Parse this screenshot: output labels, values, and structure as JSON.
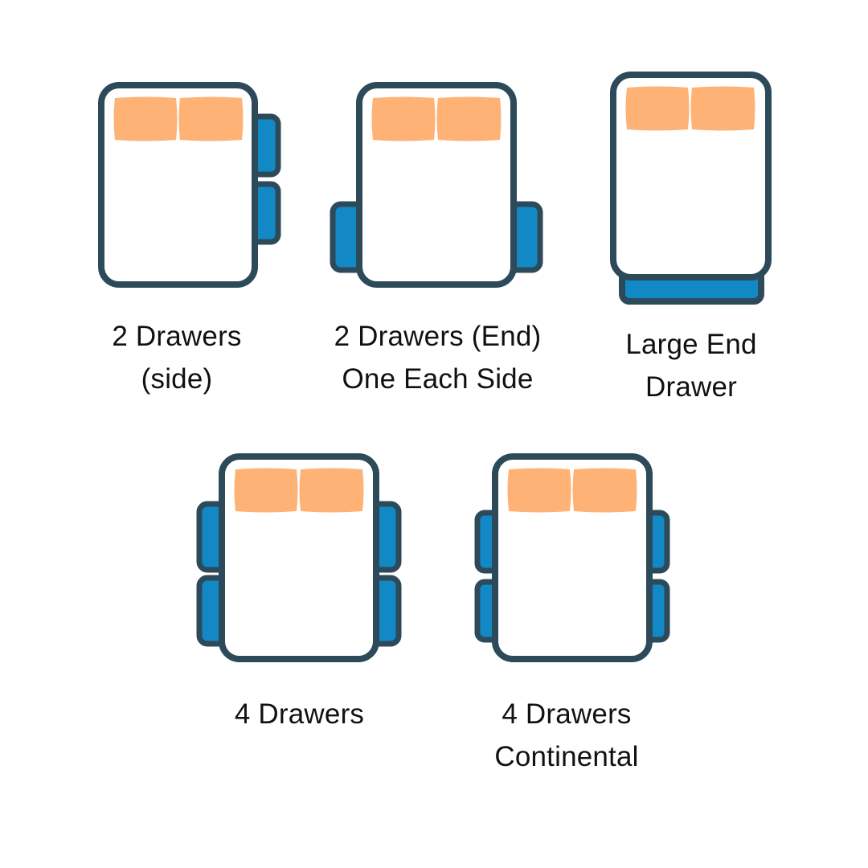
{
  "palette": {
    "background": "#ffffff",
    "outline": "#2d4a5a",
    "drawer_fill": "#1288c4",
    "pillow_fill": "#ffb276",
    "mattress_fill": "#ffffff",
    "caption_color": "#111111"
  },
  "diagram": {
    "title_visible": false,
    "type": "bed-drawer-configuration-chart",
    "items": [
      {
        "id": "two-drawers-side",
        "caption": "2 Drawers\n(side)",
        "caption_lines": [
          "2 Drawers",
          "(side)"
        ],
        "drawer_count": 2,
        "drawer_placement": "right-side",
        "pillow_count": 2
      },
      {
        "id": "two-drawers-end-one-each-side",
        "caption": "2 Drawers (End)\nOne Each Side",
        "caption_lines": [
          "2 Drawers (End)",
          "One Each Side"
        ],
        "drawer_count": 2,
        "drawer_placement": "both-sides-foot-end",
        "pillow_count": 2
      },
      {
        "id": "large-end-drawer",
        "caption": "Large End\nDrawer",
        "caption_lines": [
          "Large End",
          "Drawer"
        ],
        "drawer_count": 1,
        "drawer_placement": "foot-end-full-width",
        "pillow_count": 2
      },
      {
        "id": "four-drawers",
        "caption": "4 Drawers",
        "caption_lines": [
          "4 Drawers"
        ],
        "drawer_count": 4,
        "drawer_placement": "two-each-side",
        "pillow_count": 2
      },
      {
        "id": "four-drawers-continental",
        "caption": "4 Drawers\nContinental",
        "caption_lines": [
          "4 Drawers",
          "Continental"
        ],
        "drawer_count": 4,
        "drawer_placement": "two-each-side-narrow",
        "pillow_count": 2
      }
    ]
  }
}
